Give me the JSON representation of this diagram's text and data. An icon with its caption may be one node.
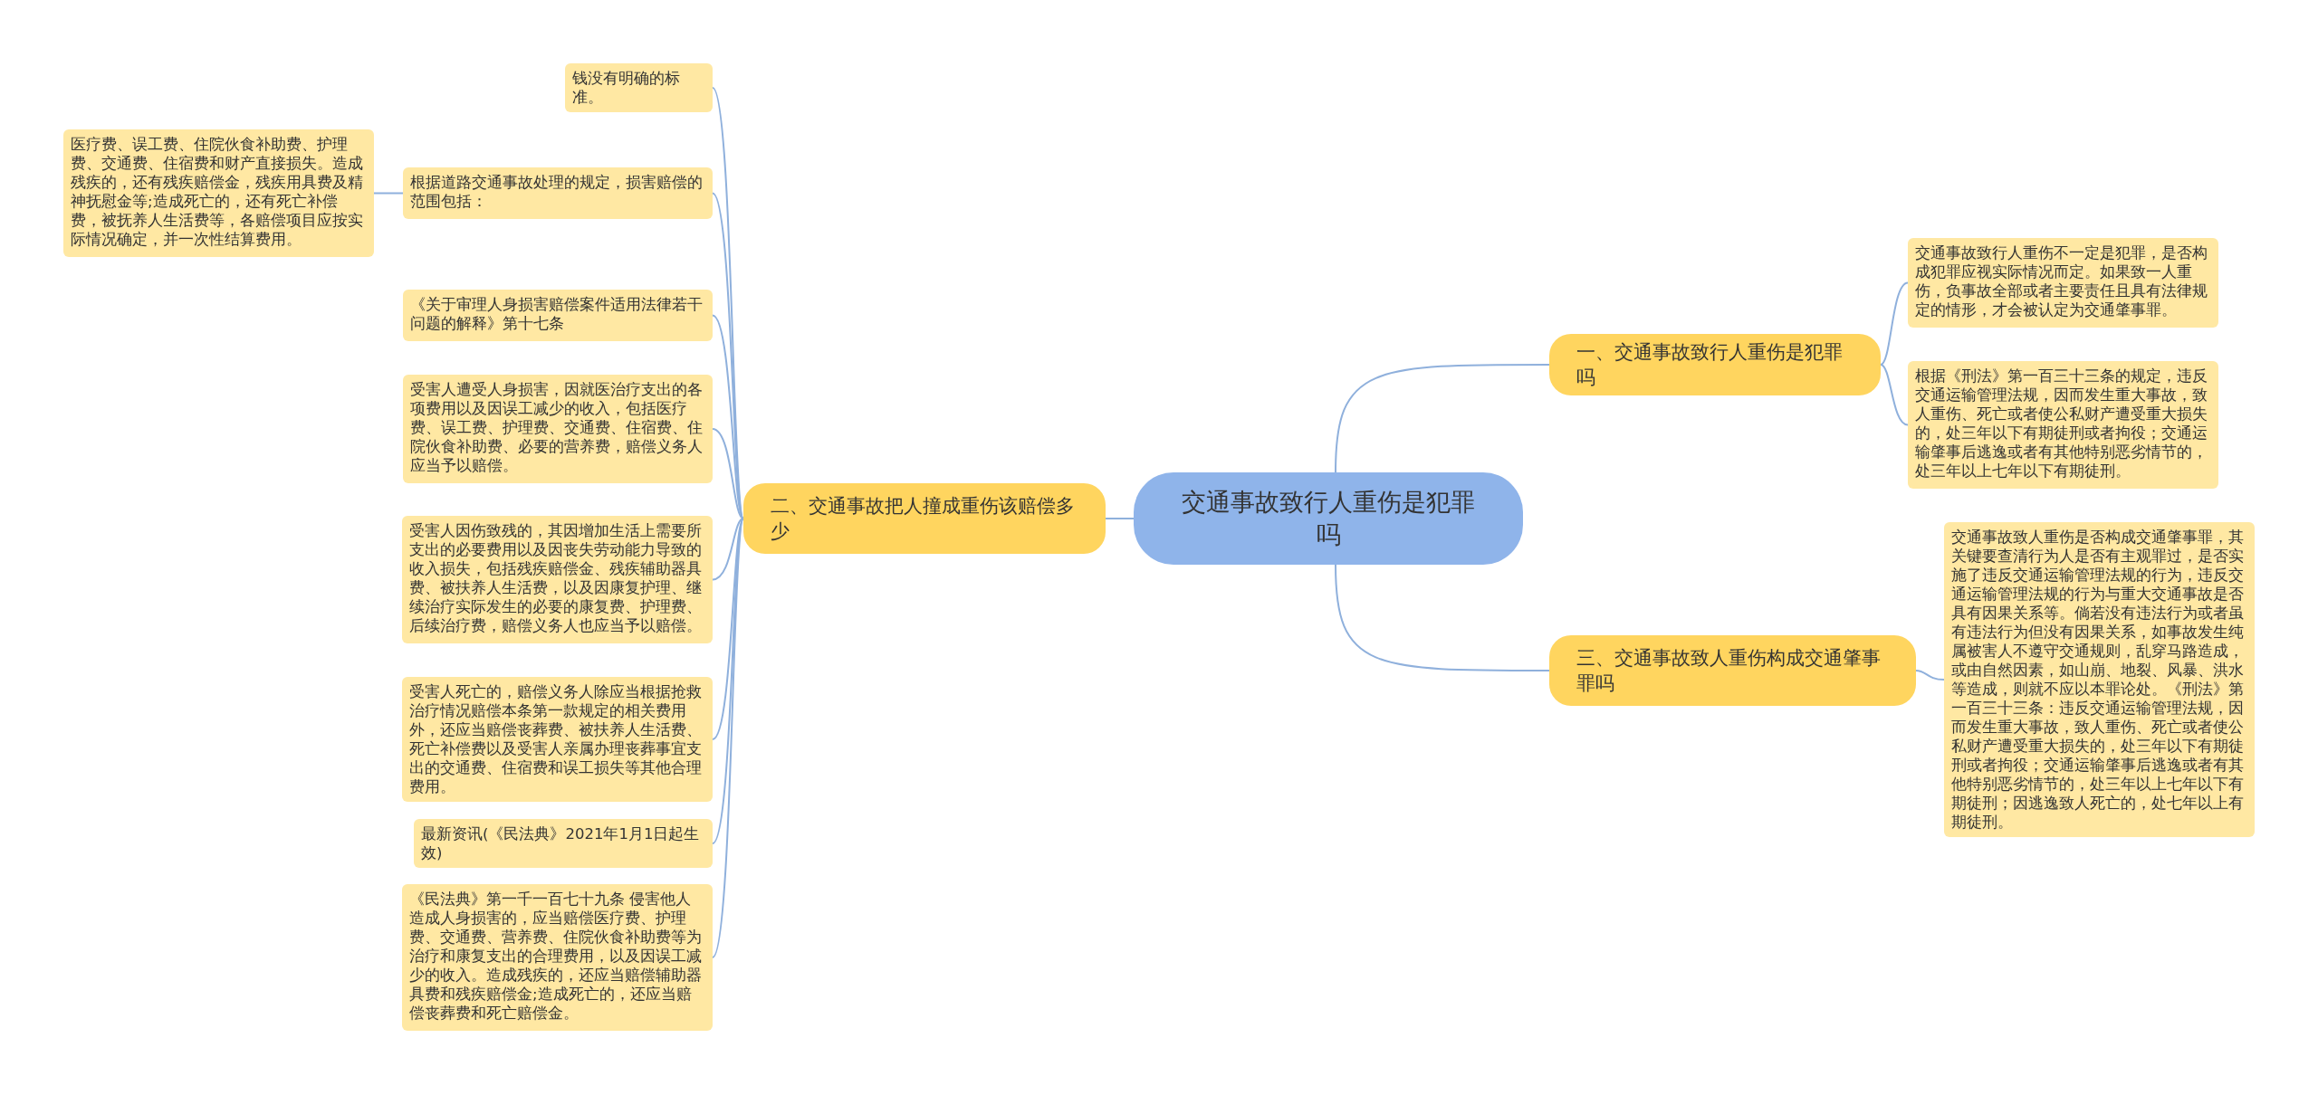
{
  "diagram": {
    "nodes": [
      {
        "text": [
          "交通事故致行人重伤是犯罪吗"
        ]
      },
      {
        "text": [
          "一、交通事故致行人重伤是犯罪吗"
        ]
      },
      {
        "text": [
          "交通事故致行人重伤不一定是犯罪，是否构成犯罪应视实际情况而定。如果致一人重伤，负事故全部或者主要责任且具有法律规定的情形，才会被认定为交通肇事罪。"
        ]
      },
      {
        "text": [
          "根据《刑法》第一百三十三条的规定，违反交通运输管理法规，因而发生重大事故，致人重伤、死亡或者使公私财产遭受重大损失的，处三年以下有期徒刑或者拘役；交通运输肇事后逃逸或者有其他特别恶劣情节的，处三年以上七年以下有期徒刑。"
        ]
      },
      {
        "text": [
          "三、交通事故致人重伤构成交通肇事罪吗"
        ]
      },
      {
        "text": [
          "交通事故致人重伤是否构成交通肇事罪，其关键要查清行为人是否有主观罪过，是否实施了违反交通运输管理法规的行为，违反交通运输管理法规的行为与重大交通事故是否具有因果关系等。倘若没有违法行为或者虽有违法行为但没有因果关系，如事故发生纯属被害人不遵守交通规则，乱穿马路造成，或由自然因素，如山崩、地裂、风暴、洪水等造成，则就不应以本罪论处。《刑法》第一百三十三条：违反交通运输管理法规，因而发生重大事故，致人重伤、死亡或者使公私财产遭受重大损失的，处三年以下有期徒刑或者拘役；交通运输肇事后逃逸或者有其他特别恶劣情节的，处三年以上七年以下有期徒刑；因逃逸致人死亡的，处七年以上有期徒刑。"
        ]
      },
      {
        "text": [
          "二、交通事故把人撞成重伤该赔偿多少"
        ]
      },
      {
        "text": [
          "钱没有明确的标准。"
        ]
      },
      {
        "text": [
          "根据道路交通事故处理的规定，损害赔偿的范围包括："
        ]
      },
      {
        "text": [
          "医疗费、误工费、住院伙食补助费、护理费、交通费、住宿费和财产直接损失。造成残疾的，还有残疾赔偿金，残疾用具费及精神抚慰金等;造成死亡的，还有死亡补偿费，被抚养人生活费等，各赔偿项目应按实际情况确定，并一次性结算费用。"
        ]
      },
      {
        "text": [
          "《关于审理人身损害赔偿案件适用法律若干问题的解释》第十七条"
        ]
      },
      {
        "text": [
          "受害人遭受人身损害，因就医治疗支出的各项费用以及因误工减少的收入，包括医疗费、误工费、护理费、交通费、住宿费、住院伙食补助费、必要的营养费，赔偿义务人应当予以赔偿。"
        ]
      },
      {
        "text": [
          "受害人因伤致残的，其因增加生活上需要所支出的必要费用以及因丧失劳动能力导致的收入损失，包括残疾赔偿金、残疾辅助器具费、被扶养人生活费，以及因康复护理、继续治疗实际发生的必要的康复费、护理费、后续治疗费，赔偿义务人也应当予以赔偿。"
        ]
      },
      {
        "text": [
          "受害人死亡的，赔偿义务人除应当根据抢救治疗情况赔偿本条第一款规定的相关费用外，还应当赔偿丧葬费、被扶养人生活费、死亡补偿费以及受害人亲属办理丧葬事宜支出的交通费、住宿费和误工损失等其他合理费用。"
        ]
      },
      {
        "text": [
          "最新资讯(《民法典》2021年1月1日起生效)"
        ]
      },
      {
        "text": [
          "《民法典》第一千一百七十九条 侵害他人造成人身损害的，应当赔偿医疗费、护理费、交通费、营养费、住院伙食补助费等为治疗和康复支出的合理费用，以及因误工减少的收入。造成残疾的，还应当赔偿辅助器具费和残疾赔偿金;造成死亡的，还应当赔偿丧葬费和死亡赔偿金。"
        ]
      }
    ],
    "edges": [
      {
        "from": 0,
        "to": 1,
        "arrow": "none"
      },
      {
        "from": 1,
        "to": 2,
        "arrow": "none"
      },
      {
        "from": 1,
        "to": 3,
        "arrow": "none"
      },
      {
        "from": 0,
        "to": 4,
        "arrow": "none"
      },
      {
        "from": 4,
        "to": 5,
        "arrow": "none"
      },
      {
        "from": 0,
        "to": 6,
        "arrow": "none"
      },
      {
        "from": 6,
        "to": 7,
        "arrow": "none"
      },
      {
        "from": 6,
        "to": 8,
        "arrow": "none"
      },
      {
        "from": 8,
        "to": 9,
        "arrow": "none"
      },
      {
        "from": 6,
        "to": 10,
        "arrow": "none"
      },
      {
        "from": 6,
        "to": 11,
        "arrow": "none"
      },
      {
        "from": 6,
        "to": 12,
        "arrow": "none"
      },
      {
        "from": 6,
        "to": 13,
        "arrow": "none"
      },
      {
        "from": 6,
        "to": 14,
        "arrow": "none"
      },
      {
        "from": 6,
        "to": 15,
        "arrow": "none"
      }
    ]
  }
}
